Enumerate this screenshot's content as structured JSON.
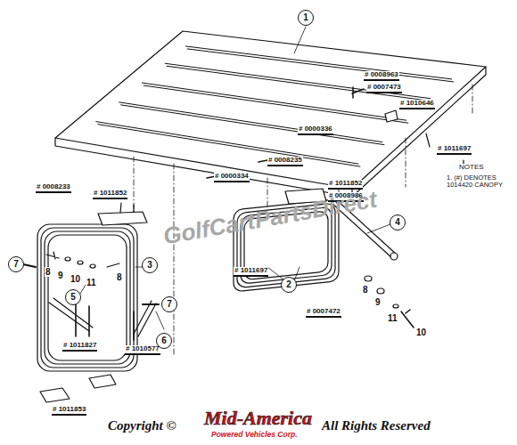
{
  "diagram": {
    "nodes": [
      {
        "text": [
          "1"
        ]
      },
      {
        "text": [
          "4"
        ]
      },
      {
        "text": [
          "7"
        ]
      },
      {
        "text": [
          "3"
        ]
      },
      {
        "text": [
          "2"
        ]
      },
      {
        "text": [
          "5"
        ]
      },
      {
        "text": [
          "7"
        ]
      },
      {
        "text": [
          "6"
        ]
      }
    ],
    "labels": [
      "# 0008963",
      "# 0007473",
      "# 1010646",
      "# 0000336",
      "# 1011697",
      "NOTES",
      "1. (#) DENOTES 1014420 CANOPY",
      "# 0008235",
      "# 0000334",
      "# 1011852",
      "# 0008986",
      "# 0008233",
      "# 1011852",
      "8",
      "9",
      "10",
      "11",
      "8",
      "# 1011827",
      "# 1010577",
      "# 1011853",
      "# 1011697",
      "# 0007472",
      "8",
      "9",
      "11",
      "10",
      "GolfCartPartsDirect",
      "Copyright ©",
      "Mid-America",
      "Powered Vehicles Corp.",
      "All Rights Reserved"
    ]
  }
}
